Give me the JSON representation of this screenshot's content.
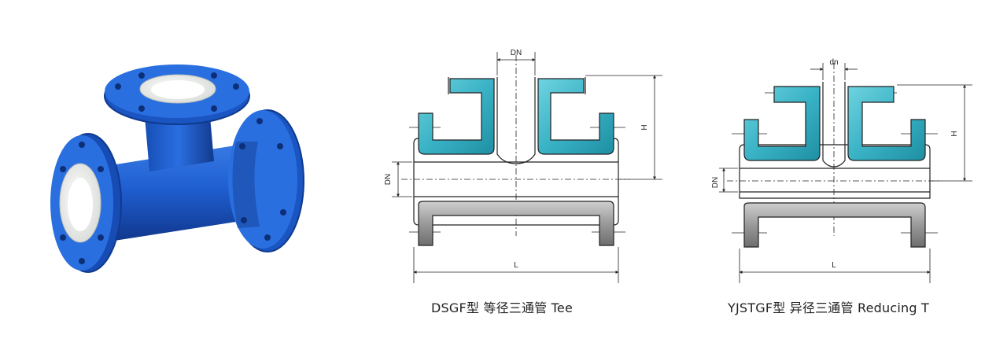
{
  "product_photo": {
    "description_icon": "ptfe-lined-tee-photo"
  },
  "equal_tee": {
    "dn_top": "DN",
    "dn_side": "DN",
    "h": "H",
    "l": "L",
    "caption": "DSGF型 等径三通管 Tee"
  },
  "reducing_tee": {
    "dn_top": "dn",
    "dn_side": "DN",
    "h": "H",
    "l": "L",
    "caption": "YJSTGF型 异径三通管 Reducing T"
  },
  "colors": {
    "pipe_blue": "#1f5fd1",
    "pipe_dark": "#123a8f",
    "liner_white": "#f2f4f2",
    "flange_teal": "#3ab3c6",
    "flange_gray": "#8c8c8c",
    "outline": "#222222"
  }
}
